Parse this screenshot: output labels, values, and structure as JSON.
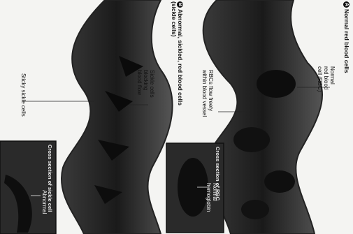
{
  "panel_a": {
    "letter": "A",
    "title": "Normal red blood cells",
    "labels": {
      "rbc": "Normal\nred blood\ncell (RBC)",
      "flow": "RBCs flow freely\nwithin blood vessel"
    },
    "inset": {
      "title": "Cross section of RBC",
      "label": "Normal\nhemoglobin"
    }
  },
  "panel_b": {
    "letter": "B",
    "title": "Abnormal, sickled, red blood cells\n(sickle cells)",
    "labels": {
      "sickle": "Sickle cells\nblocking\nblood flow",
      "sticky": "Sticky sickle cells"
    },
    "inset": {
      "title": "Cross section of sickle cell",
      "label": "Abnormal"
    }
  }
}
